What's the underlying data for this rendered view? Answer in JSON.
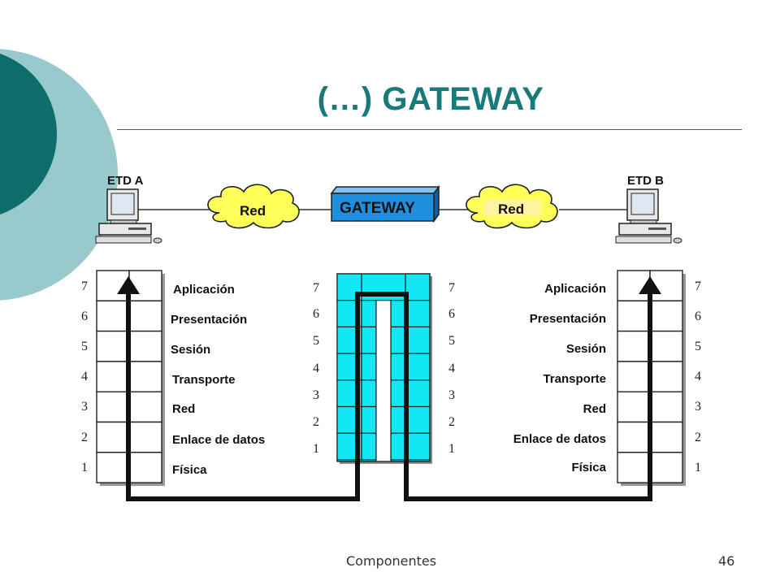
{
  "slide": {
    "title": "(…) GATEWAY",
    "footer_left": "Componentes",
    "page_number": "46",
    "colors": {
      "teal_dark": "#0e6d6b",
      "teal_light": "#98c9cc",
      "title": "#1a7a7a",
      "gateway_blue": "#1f8fe0",
      "cloud_yellow": "#ffff5a",
      "gateway_stack_cyan": "#12e8f4"
    }
  },
  "diagram": {
    "etd_a": "ETD A",
    "etd_b": "ETD B",
    "red_left": "Red",
    "red_right": "Red",
    "gateway": "GATEWAY",
    "layers": [
      "Aplicación",
      "Presentación",
      "Sesión",
      "Transporte",
      "Red",
      "Enlace de datos",
      "Física"
    ],
    "layer_numbers": [
      "7",
      "6",
      "5",
      "4",
      "3",
      "2",
      "1"
    ],
    "icons": [
      "computer-icon-a",
      "computer-icon-b",
      "cloud-icon-left",
      "cloud-icon-right",
      "gateway-box-icon",
      "up-arrow-icon"
    ]
  }
}
